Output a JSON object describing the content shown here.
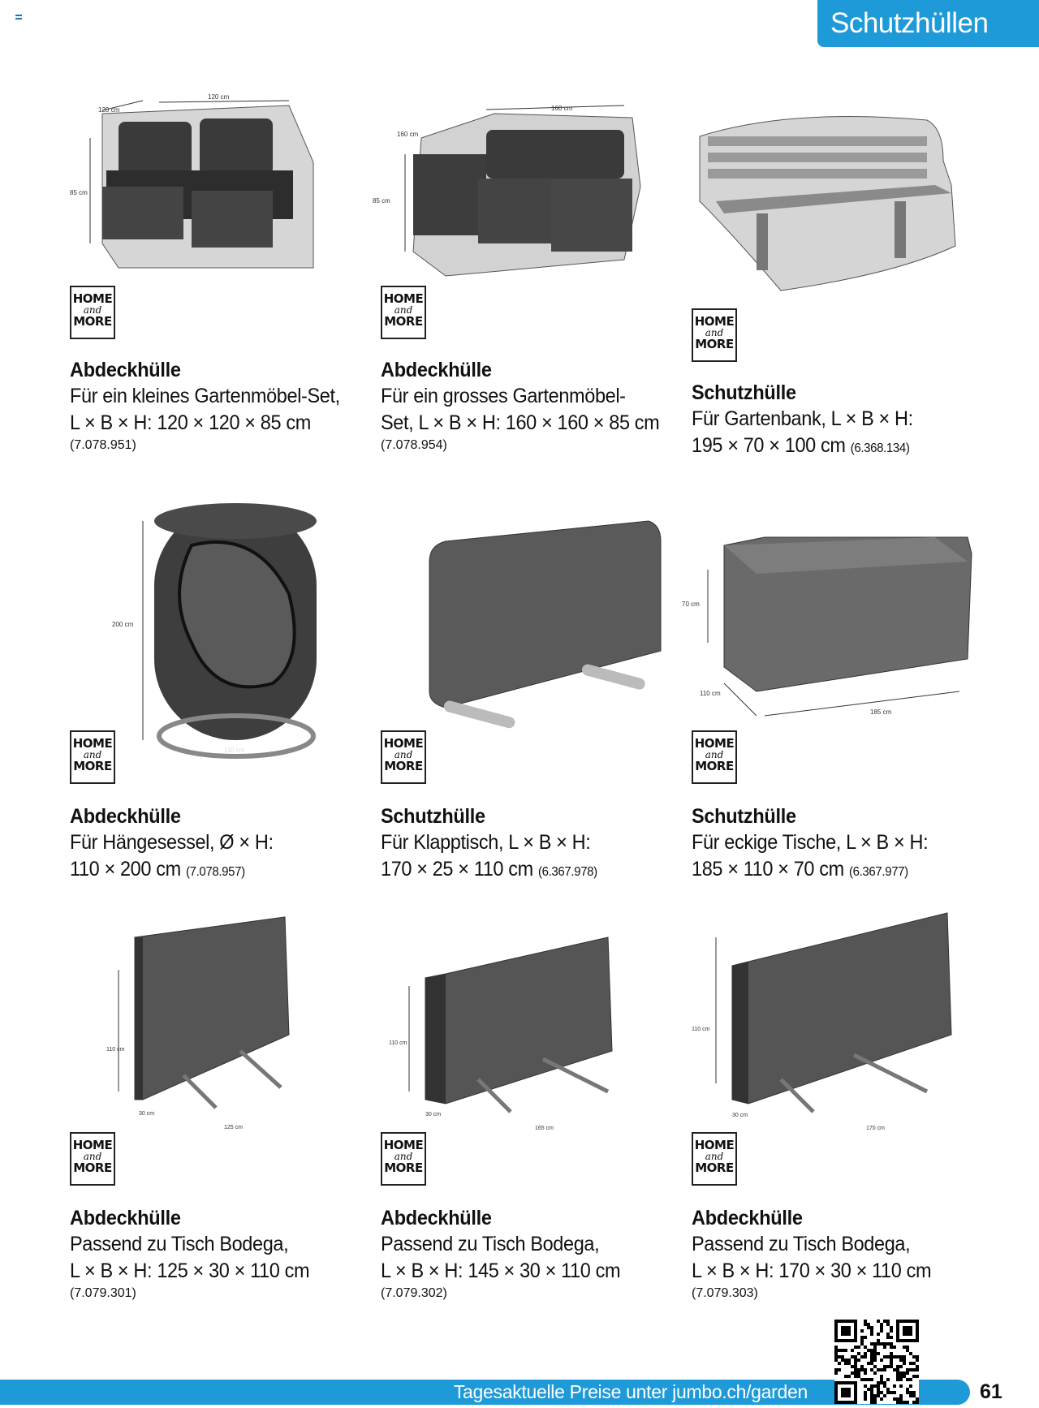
{
  "header": {
    "title": "Schutzhüllen"
  },
  "brand_logo": {
    "line1": "HOME",
    "line2": "and",
    "line3": "MORE"
  },
  "products": [
    {
      "title": "Abdeckhülle",
      "line1": "Für ein kleines Gartenmöbel-Set,",
      "line2": "L × B × H: 120 × 120 × 85 cm",
      "article": "(7.078.951)",
      "dims": [
        "120 cm",
        "120 cm",
        "85 cm"
      ]
    },
    {
      "title": "Abdeckhülle",
      "line1": "Für ein grosses Gartenmöbel-",
      "line2": "Set, L × B × H: 160 × 160 × 85 cm",
      "article": "(7.078.954)",
      "dims": [
        "160 cm",
        "160 cm",
        "85 cm"
      ]
    },
    {
      "title": "Schutzhülle",
      "line1": "Für Gartenbank, L × B × H:",
      "line2": "195 × 70 × 100 cm",
      "article": "(6.368.134)"
    },
    {
      "title": "Abdeckhülle",
      "line1": "Für Hängesessel, Ø × H:",
      "line2": "110 × 200 cm",
      "article": "(7.078.957)",
      "dims": [
        "200 cm",
        "110 cm"
      ]
    },
    {
      "title": "Schutzhülle",
      "line1": "Für Klapptisch, L × B × H:",
      "line2": "170 × 25 × 110 cm",
      "article": "(6.367.978)"
    },
    {
      "title": "Schutzhülle",
      "line1": "Für eckige Tische, L × B × H:",
      "line2": "185 × 110 × 70 cm",
      "article": "(6.367.977)",
      "dims": [
        "70 cm",
        "110 cm",
        "185 cm"
      ]
    },
    {
      "title": "Abdeckhülle",
      "line1": "Passend zu Tisch Bodega,",
      "line2": "L × B × H: 125 × 30 × 110 cm",
      "article": "(7.079.301)",
      "dims": [
        "110 cm",
        "30 cm",
        "125 cm"
      ]
    },
    {
      "title": "Abdeckhülle",
      "line1": "Passend zu Tisch Bodega,",
      "line2": "L × B × H: 145 × 30 × 110 cm",
      "article": "(7.079.302)",
      "dims": [
        "110 cm",
        "30 cm",
        "165 cm"
      ]
    },
    {
      "title": "Abdeckhülle",
      "line1": "Passend zu Tisch Bodega,",
      "line2": "L × B × H: 170 × 30 × 110 cm",
      "article": "(7.079.303)",
      "dims": [
        "110 cm",
        "30 cm",
        "170 cm"
      ]
    }
  ],
  "footer": {
    "text": "Tagesaktuelle Preise unter jumbo.ch/garden",
    "page_number": "61"
  },
  "colors": {
    "accent": "#1f9ad8"
  }
}
